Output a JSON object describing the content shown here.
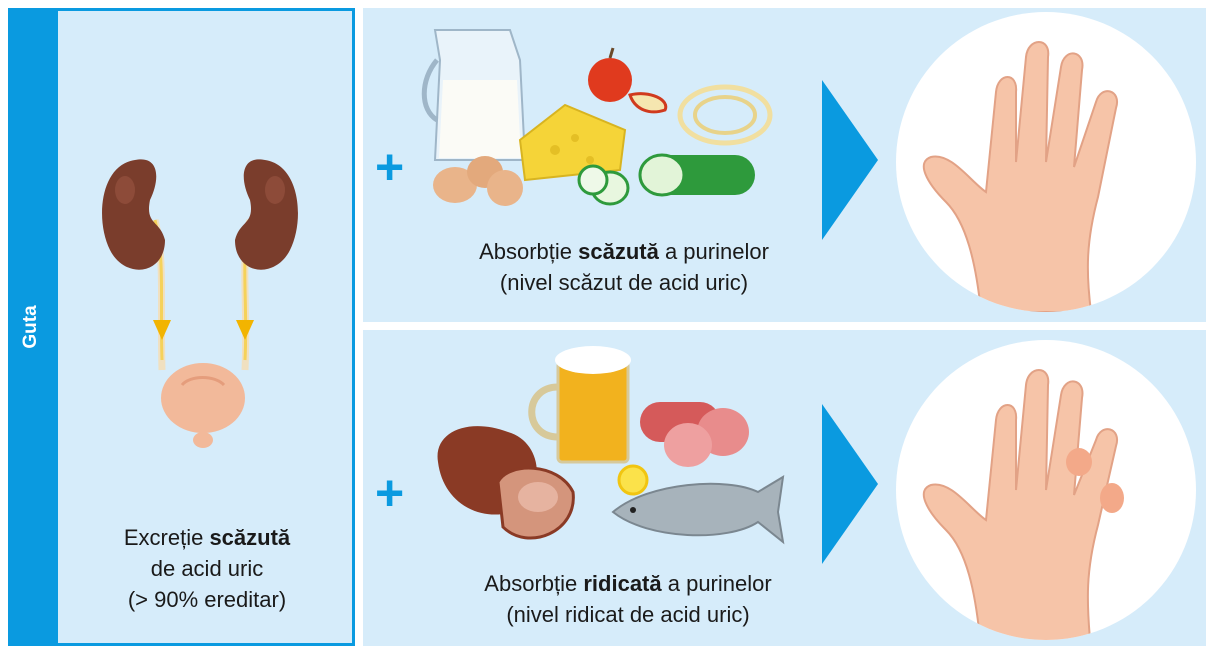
{
  "side_label": "Guta",
  "left": {
    "line1_pre": "Excreție ",
    "line1_bold": "scăzută",
    "line2": "de acid uric",
    "line3": "(> 90% ereditar)"
  },
  "top": {
    "plus": "+",
    "line1_pre": "Absorbție ",
    "line1_bold": "scăzută",
    "line1_post": " a purinelor",
    "line2": "(nivel scăzut de acid uric)"
  },
  "bottom": {
    "plus": "+",
    "line1_pre": "Absorbție ",
    "line1_bold": "ridicată",
    "line1_post": " a purinelor",
    "line2": "(nivel ridicat de acid uric)"
  },
  "colors": {
    "accent_blue": "#0a9ae0",
    "panel_bg": "#d6ecfa",
    "kidney": "#7a3d2c",
    "skin": "#f6c4a8"
  }
}
